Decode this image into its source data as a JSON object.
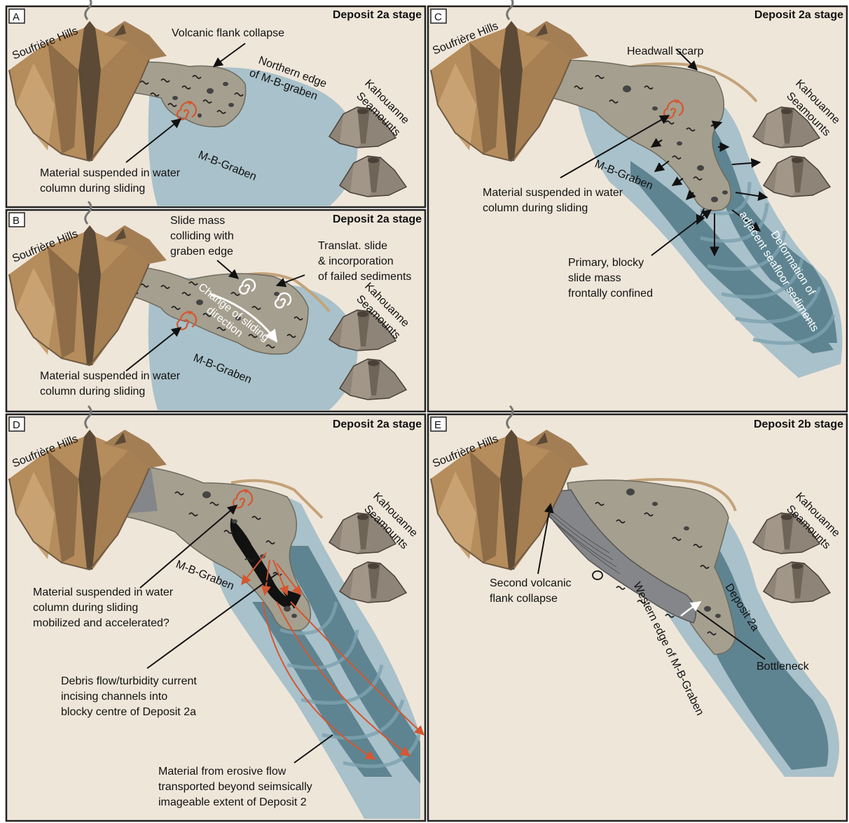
{
  "panels": {
    "A": {
      "letter": "A",
      "stage": "Deposit 2a stage",
      "soufriere": "Soufrière Hills",
      "collapse": "Volcanic flank collapse",
      "northern_1": "Northern edge",
      "northern_2": "of M-B-graben",
      "kahouanne_1": "Kahouanne",
      "kahouanne_2": "Seamounts",
      "graben": "M-B-Graben",
      "suspended_1": "Material suspended in water",
      "suspended_2": "column during sliding"
    },
    "B": {
      "letter": "B",
      "stage": "Deposit 2a stage",
      "soufriere": "Soufrière Hills",
      "slide_1": "Slide mass",
      "slide_2": "colliding with",
      "slide_3": "graben edge",
      "translat_1": "Translat. slide",
      "translat_2": "& incorporation",
      "translat_3": "of failed sediments",
      "change_1": "Change of sliding",
      "change_2": "direction",
      "kahouanne_1": "Kahouanne",
      "kahouanne_2": "Seamounts",
      "graben": "M-B-Graben",
      "suspended_1": "Material suspended in water",
      "suspended_2": "column during sliding"
    },
    "C": {
      "letter": "C",
      "stage": "Deposit 2a stage",
      "soufriere": "Soufrière Hills",
      "headwall": "Headwall scarp",
      "kahouanne_1": "Kahouanne",
      "kahouanne_2": "Seamounts",
      "graben": "M-B-Graben",
      "suspended_1": "Material suspended in water",
      "suspended_2": "column during sliding",
      "primary_1": "Primary, blocky",
      "primary_2": "slide mass",
      "primary_3": "frontally confined",
      "deform_1": "Deformation of",
      "deform_2": "adjacent seafloor sediments"
    },
    "D": {
      "letter": "D",
      "stage": "Deposit 2a stage",
      "soufriere": "Soufrière Hills",
      "kahouanne_1": "Kahouanne",
      "kahouanne_2": "Seamounts",
      "graben": "M-B-Graben",
      "suspended_1": "Material suspended in water",
      "suspended_2": "column during sliding",
      "suspended_3": "mobilized and accelerated?",
      "debris_1": "Debris flow/turbidity current",
      "debris_2": "incising channels into",
      "debris_3": "blocky centre of Deposit 2a",
      "erosive_1": "Material from erosive flow",
      "erosive_2": "transported beyond seimsically",
      "erosive_3": "imageable extent of Deposit 2"
    },
    "E": {
      "letter": "E",
      "stage": "Deposit 2b stage",
      "soufriere": "Soufrière Hills",
      "kahouanne_1": "Kahouanne",
      "kahouanne_2": "Seamounts",
      "second_1": "Second volcanic",
      "second_2": "flank collapse",
      "deposit": "Deposit 2a",
      "western": "Western edge of M-B-Graben",
      "bottleneck": "Bottleneck"
    }
  },
  "colors": {
    "background": "#efe6da",
    "volcano_light": "#c19a6b",
    "volcano_dark": "#6e5a43",
    "seamount": "#8f8478",
    "graben_water": "#a9c1ca",
    "deformed_floor": "#5f8491",
    "slide_mass": "#a59f8f",
    "second_collapse": "#85868a",
    "swirl_red": "#d5562f",
    "border": "#222222"
  }
}
